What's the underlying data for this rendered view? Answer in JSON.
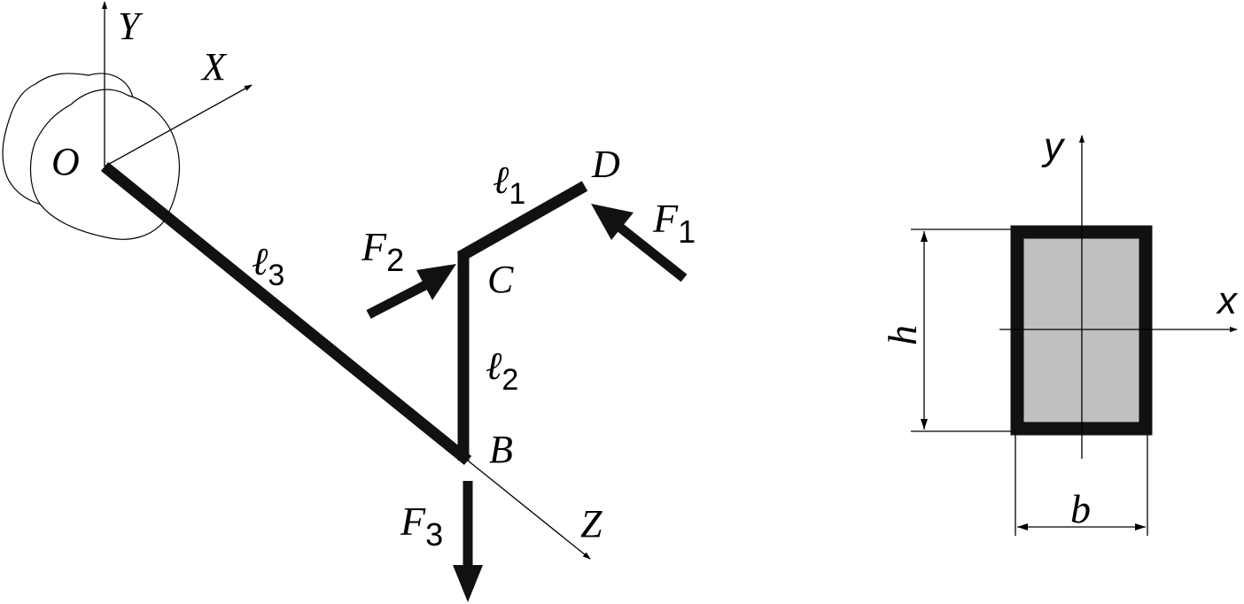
{
  "frame": {
    "axis_X": "X",
    "axis_Y": "Y",
    "axis_Z": "Z",
    "origin": "O"
  },
  "points": {
    "B": "B",
    "C": "C",
    "D": "D"
  },
  "segments": {
    "l1": {
      "base": "ℓ",
      "sub": "1"
    },
    "l2": {
      "base": "ℓ",
      "sub": "2"
    },
    "l3": {
      "base": "ℓ",
      "sub": "3"
    }
  },
  "forces": {
    "F1": {
      "base": "F",
      "sub": "1"
    },
    "F2": {
      "base": "F",
      "sub": "2"
    },
    "F3": {
      "base": "F",
      "sub": "3"
    }
  },
  "section": {
    "axis_x": "x",
    "axis_y": "y",
    "height": "h",
    "width": "b",
    "fill_color": "#c0c0c0",
    "outline_color": "#111111"
  },
  "colors": {
    "ink": "#000000",
    "background": "#ffffff"
  }
}
